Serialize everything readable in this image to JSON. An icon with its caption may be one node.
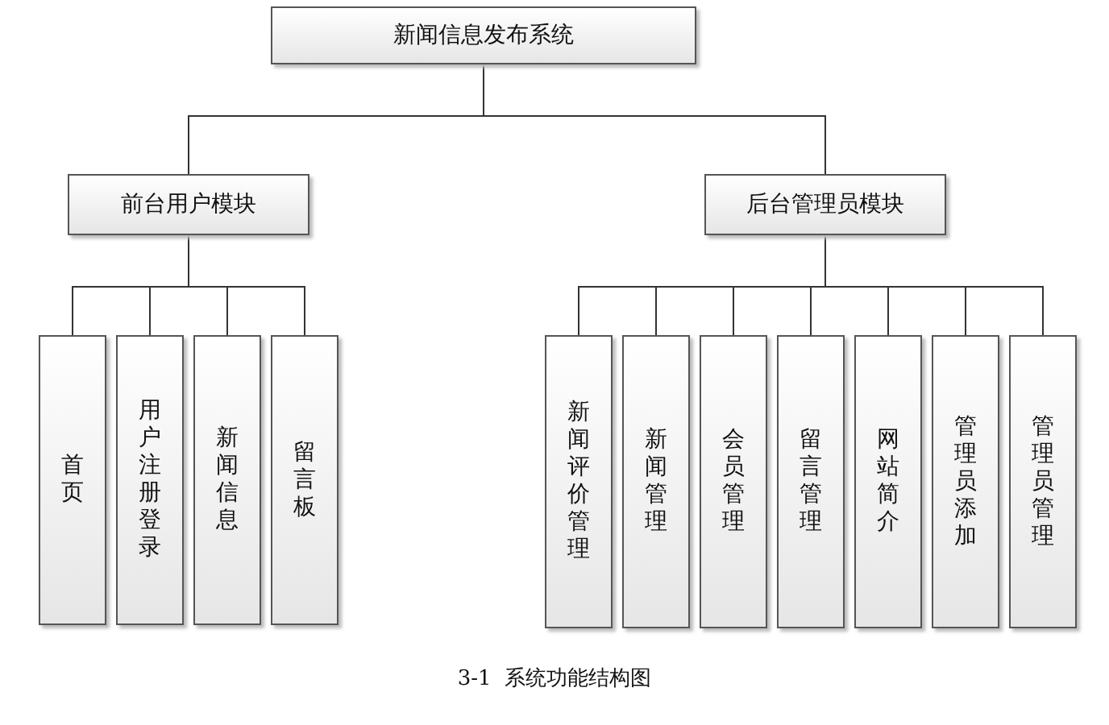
{
  "diagram": {
    "caption": "3-1  系统功能结构图",
    "nodes": [
      {
        "text": [
          "新闻信息发布系统"
        ]
      },
      {
        "text": [
          "前台用户模块"
        ]
      },
      {
        "text": [
          "后台管理员模块"
        ]
      },
      {
        "text": [
          "首页"
        ]
      },
      {
        "text": [
          "用户注册登录"
        ]
      },
      {
        "text": [
          "新闻信息"
        ]
      },
      {
        "text": [
          "留言板"
        ]
      },
      {
        "text": [
          "新闻评价管理"
        ]
      },
      {
        "text": [
          "新闻管理"
        ]
      },
      {
        "text": [
          "会员管理"
        ]
      },
      {
        "text": [
          "留言管理"
        ]
      },
      {
        "text": [
          "网站简介"
        ]
      },
      {
        "text": [
          "管理员添加"
        ]
      },
      {
        "text": [
          "管理员管理"
        ]
      }
    ],
    "edges": [
      {
        "from": 0,
        "to": 1,
        "arrow": "none"
      },
      {
        "from": 0,
        "to": 2,
        "arrow": "none"
      },
      {
        "from": 1,
        "to": 3,
        "arrow": "none"
      },
      {
        "from": 1,
        "to": 4,
        "arrow": "none"
      },
      {
        "from": 1,
        "to": 5,
        "arrow": "none"
      },
      {
        "from": 1,
        "to": 6,
        "arrow": "none"
      },
      {
        "from": 2,
        "to": 7,
        "arrow": "none"
      },
      {
        "from": 2,
        "to": 8,
        "arrow": "none"
      },
      {
        "from": 2,
        "to": 9,
        "arrow": "none"
      },
      {
        "from": 2,
        "to": 10,
        "arrow": "none"
      },
      {
        "from": 2,
        "to": 11,
        "arrow": "none"
      },
      {
        "from": 2,
        "to": 12,
        "arrow": "none"
      },
      {
        "from": 2,
        "to": 13,
        "arrow": "none"
      }
    ]
  }
}
